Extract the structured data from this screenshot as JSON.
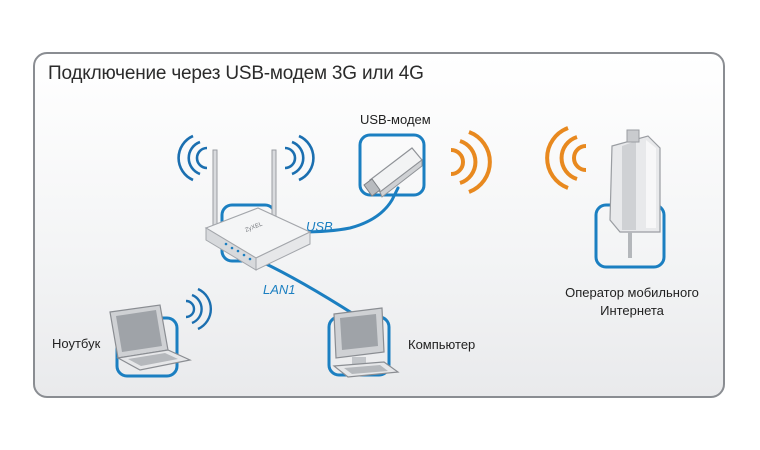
{
  "diagram": {
    "title": "Подключение через USB-модем 3G или 4G",
    "nodes": {
      "usb_modem": "USB-модем",
      "operator": [
        "Оператор мобильного",
        "Интернета"
      ],
      "laptop": "Ноутбук",
      "computer": "Компьютер"
    },
    "links": {
      "usb": "USB",
      "lan1": "LAN1"
    },
    "router_brand": "ZyXEL"
  },
  "colors": {
    "link_blue": "#1b7fc1",
    "signal_orange": "#e8891f",
    "signal_blue": "#1b6fb0",
    "frame_gray": "#8a8d92"
  }
}
